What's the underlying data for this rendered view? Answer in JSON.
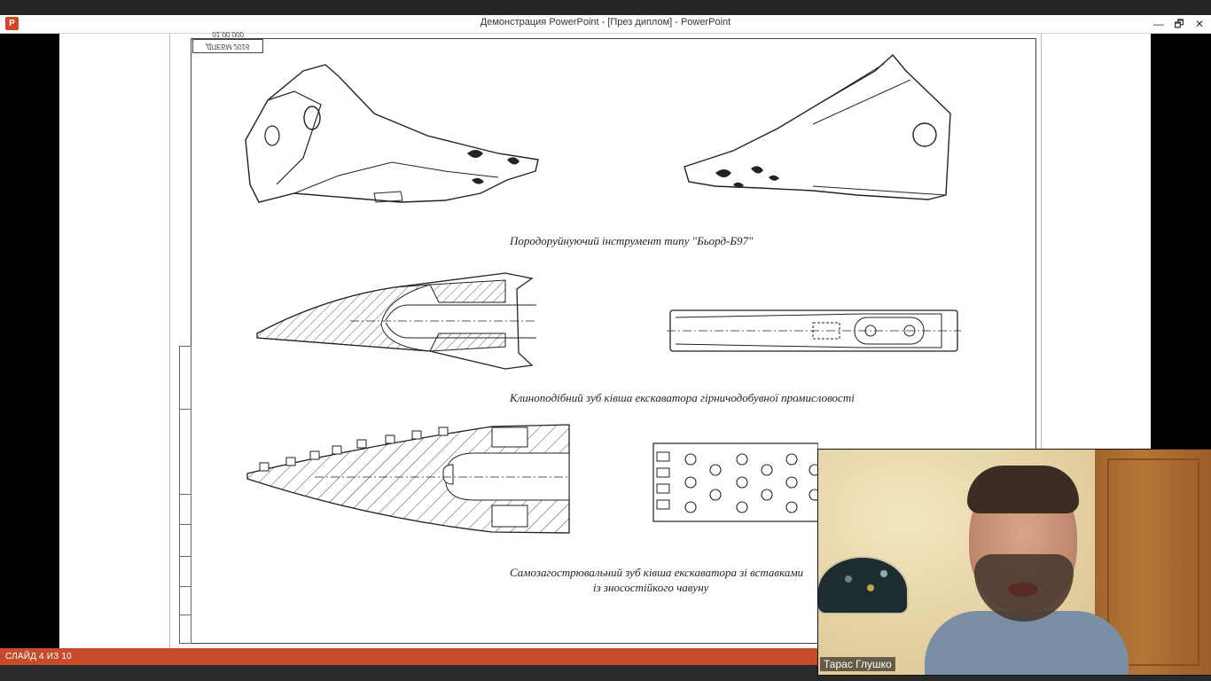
{
  "window": {
    "title": "Демонстрация PowerPoint - [През диплом] - PowerPoint",
    "app_icon": "P",
    "buttons": {
      "minimize": "—",
      "restore": "🗗",
      "close": "✕"
    }
  },
  "slide": {
    "stamp": "ДПЕБМ 2016 01.00.000",
    "captions": {
      "c1": "Породоруйнуючий інструмент типу \"Бьорд-Б97\"",
      "c2": "Клиноподібний зуб ківша екскаватора гірничодобувної промисловості",
      "c3_line1": "Самозагострювальний зуб ківша екскаватора зі вставками",
      "c3_line2": "із зносостійкого чавуну"
    }
  },
  "status": {
    "slide_counter": "СЛАЙД 4 ИЗ 10"
  },
  "webcam": {
    "name": "Тарас Глушко"
  }
}
